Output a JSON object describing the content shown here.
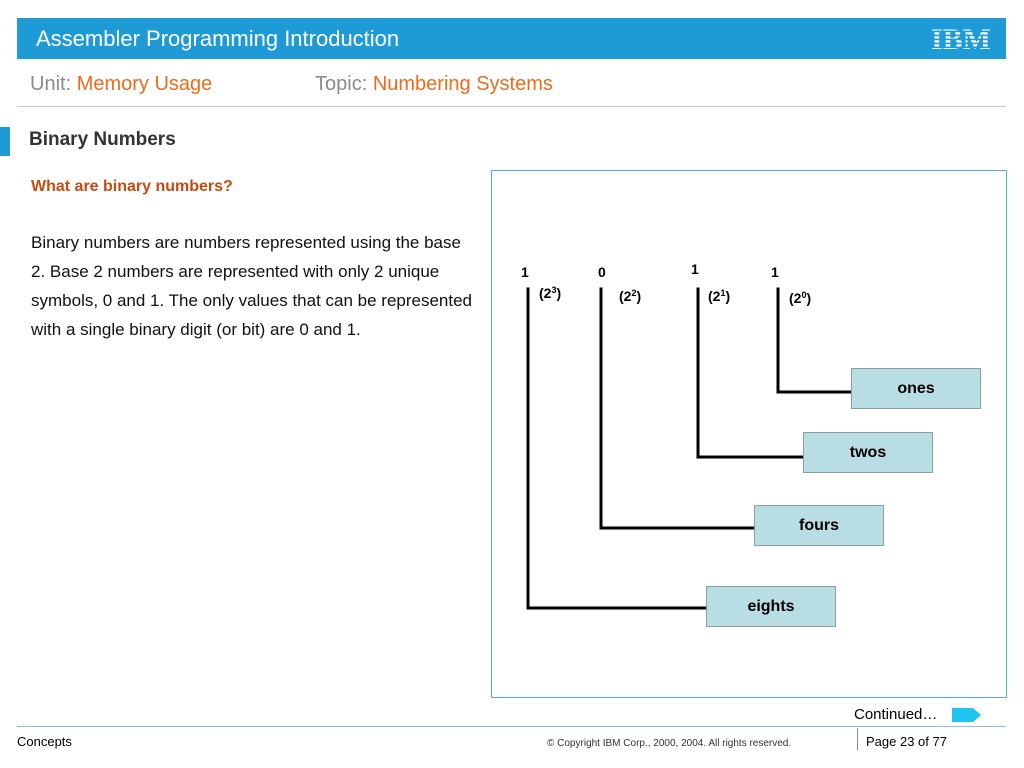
{
  "header": {
    "title": "Assembler Programming Introduction",
    "logo_text": "IBM"
  },
  "subheader": {
    "unit_label": "Unit:",
    "unit_value": "Memory Usage",
    "topic_label": "Topic:",
    "topic_value": "Numbering Systems"
  },
  "section": {
    "title": "Binary Numbers",
    "question": "What are binary numbers?",
    "body": "Binary numbers are numbers represented using the base 2. Base 2 numbers are represented with only 2 unique symbols, 0 and 1. The only values that can be represented with a single binary digit (or bit) are 0 and 1."
  },
  "diagram": {
    "bits": [
      {
        "digit": "1",
        "power_base": "(2",
        "power_exp": "3",
        "power_close": ")",
        "place": "eights"
      },
      {
        "digit": "0",
        "power_base": "(2",
        "power_exp": "2",
        "power_close": ")",
        "place": "fours"
      },
      {
        "digit": "1",
        "power_base": "(2",
        "power_exp": "1",
        "power_close": ")",
        "place": "twos"
      },
      {
        "digit": "1",
        "power_base": "(2",
        "power_exp": "0",
        "power_close": ")",
        "place": "ones"
      }
    ]
  },
  "continued": "Continued…",
  "footer": {
    "left": "Concepts",
    "copyright": "© Copyright IBM Corp., 2000, 2004. All rights reserved.",
    "page": "Page 23 of 77"
  },
  "colors": {
    "header_blue": "#1e9bd7",
    "accent_orange": "#ef6b1a",
    "question_red": "#c64b12",
    "box_fill": "#b8dde3"
  }
}
